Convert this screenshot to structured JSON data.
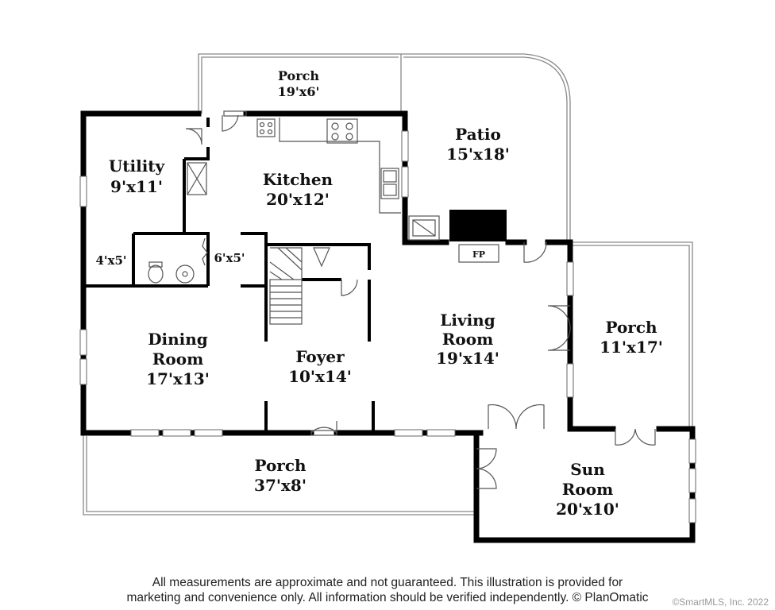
{
  "rooms": {
    "porch_top": {
      "name": "Porch",
      "size": "19'x6'"
    },
    "patio": {
      "name": "Patio",
      "size": "15'x18'"
    },
    "utility": {
      "name": "Utility",
      "size": "9'x11'"
    },
    "kitchen": {
      "name": "Kitchen",
      "size": "20'x12'"
    },
    "closet_left": {
      "size": "4'x5'"
    },
    "closet_mid": {
      "size": "6'x5'"
    },
    "dining": {
      "name1": "Dining",
      "name2": "Room",
      "size": "17'x13'"
    },
    "foyer": {
      "name": "Foyer",
      "size": "10'x14'"
    },
    "living": {
      "name1": "Living",
      "name2": "Room",
      "size": "19'x14'"
    },
    "porch_right": {
      "name": "Porch",
      "size": "11'x17'"
    },
    "porch_bottom": {
      "name": "Porch",
      "size": "37'x8'"
    },
    "sun_room": {
      "name1": "Sun",
      "name2": "Room",
      "size": "20'x10'"
    }
  },
  "fireplace_label": "FP",
  "disclaimer": {
    "line1": "All measurements are approximate and not guaranteed. This illustration is provided for",
    "line2": "marketing and convenience only. All information should be verified independently. © PlanOmatic"
  },
  "copyright": "©SmartMLS, Inc.  2022"
}
